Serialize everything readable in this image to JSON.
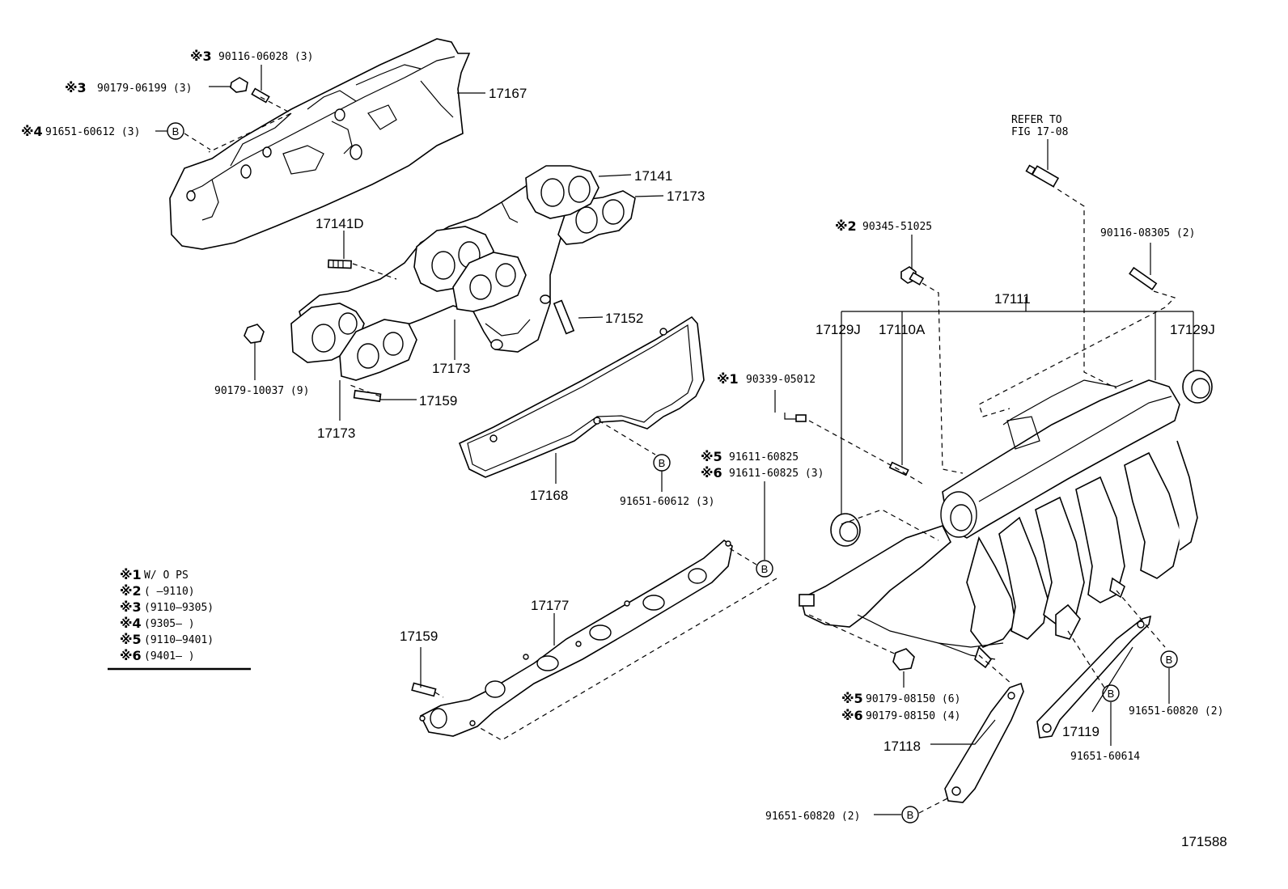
{
  "callouts": {
    "p17167": "17167",
    "p17141": "17141",
    "p17173_top": "17173",
    "p17141D": "17141D",
    "p17152": "17152",
    "p17173_mid": "17173",
    "p17159_top": "17159",
    "p17173_bot": "17173",
    "p17168": "17168",
    "p17177": "17177",
    "p17159_bot": "17159",
    "p17111": "17111",
    "p17129J_left": "17129J",
    "p17110A": "17110A",
    "p17129J_right": "17129J",
    "p17118": "17118",
    "p17119": "17119"
  },
  "fasteners": {
    "f_90116_06028": {
      "mark": "※3",
      "text": "90116-06028 (3)"
    },
    "f_90179_06199": {
      "mark": "※3",
      "text": "90179-06199 (3)"
    },
    "f_91651_60612_top": {
      "mark": "※4",
      "text": "91651-60612 (3)"
    },
    "f_90179_10037": {
      "text": "90179-10037 (9)"
    },
    "f_90339_05012": {
      "mark": "※1",
      "text": "90339-05012"
    },
    "f_91611_60825_a": {
      "mark": "※5",
      "text": "91611-60825"
    },
    "f_91611_60825_b": {
      "mark": "※6",
      "text": "91611-60825 (3)"
    },
    "f_91651_60612_mid": {
      "text": "91651-60612 (3)"
    },
    "f_90345_51025": {
      "mark": "※2",
      "text": "90345-51025"
    },
    "f_90116_08305": {
      "text": "90116-08305 (2)"
    },
    "f_90179_08150_a": {
      "mark": "※5",
      "text": "90179-08150 (6)"
    },
    "f_90179_08150_b": {
      "mark": "※6",
      "text": "90179-08150 (4)"
    },
    "f_91651_60820_right": {
      "text": "91651-60820 (2)"
    },
    "f_91651_60614": {
      "text": "91651-60614"
    },
    "f_91651_60820_bot": {
      "text": "91651-60820 (2)"
    }
  },
  "refer": {
    "line1": "REFER TO",
    "line2": "FIG 17-08"
  },
  "bolt_marker": "B",
  "legend": [
    {
      "mark": "※1",
      "text": "W/ O  PS"
    },
    {
      "mark": "※2",
      "text": "(        —9110)"
    },
    {
      "mark": "※3",
      "text": "(9110—9305)"
    },
    {
      "mark": "※4",
      "text": "(9305—        )"
    },
    {
      "mark": "※5",
      "text": "(9110—9401)"
    },
    {
      "mark": "※6",
      "text": "(9401—        )"
    }
  ],
  "figure_number": "171588"
}
